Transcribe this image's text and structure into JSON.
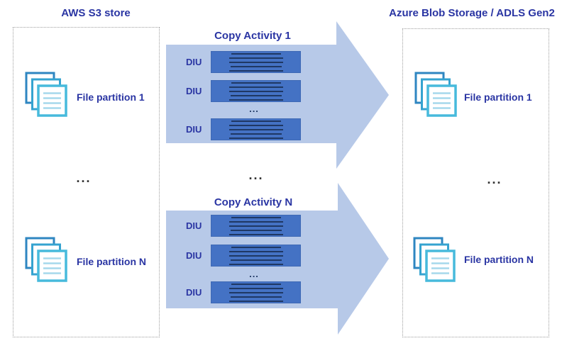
{
  "left_store": {
    "title": "AWS S3 store",
    "items": [
      {
        "label": "File partition 1"
      },
      {
        "label": "File partition N"
      }
    ],
    "ellipsis": "..."
  },
  "right_store": {
    "title": "Azure Blob Storage / ADLS Gen2",
    "items": [
      {
        "label": "File partition 1"
      },
      {
        "label": "File partition N"
      }
    ],
    "ellipsis": "..."
  },
  "middle_ellipsis": "...",
  "copy_activities": [
    {
      "title": "Copy Activity 1",
      "diu_rows": [
        "DIU",
        "DIU",
        "DIU"
      ],
      "ellipsis": "..."
    },
    {
      "title": "Copy Activity N",
      "diu_rows": [
        "DIU",
        "DIU",
        "DIU"
      ],
      "ellipsis": "..."
    }
  ],
  "colors": {
    "label_text": "#2a35a3",
    "arrow_fill": "#b7c9e8",
    "diu_box_fill": "#4472c4",
    "diu_box_border": "#3e69b5",
    "diu_line": "#1f3864",
    "icon_back_stroke": "#2e86c1",
    "icon_mid_stroke": "#35a3d0",
    "icon_front_stroke": "#47badc",
    "icon_page_line": "#a5d8ec",
    "dashed_border": "#9e9e9e",
    "ellipsis_dots": "#333333"
  }
}
